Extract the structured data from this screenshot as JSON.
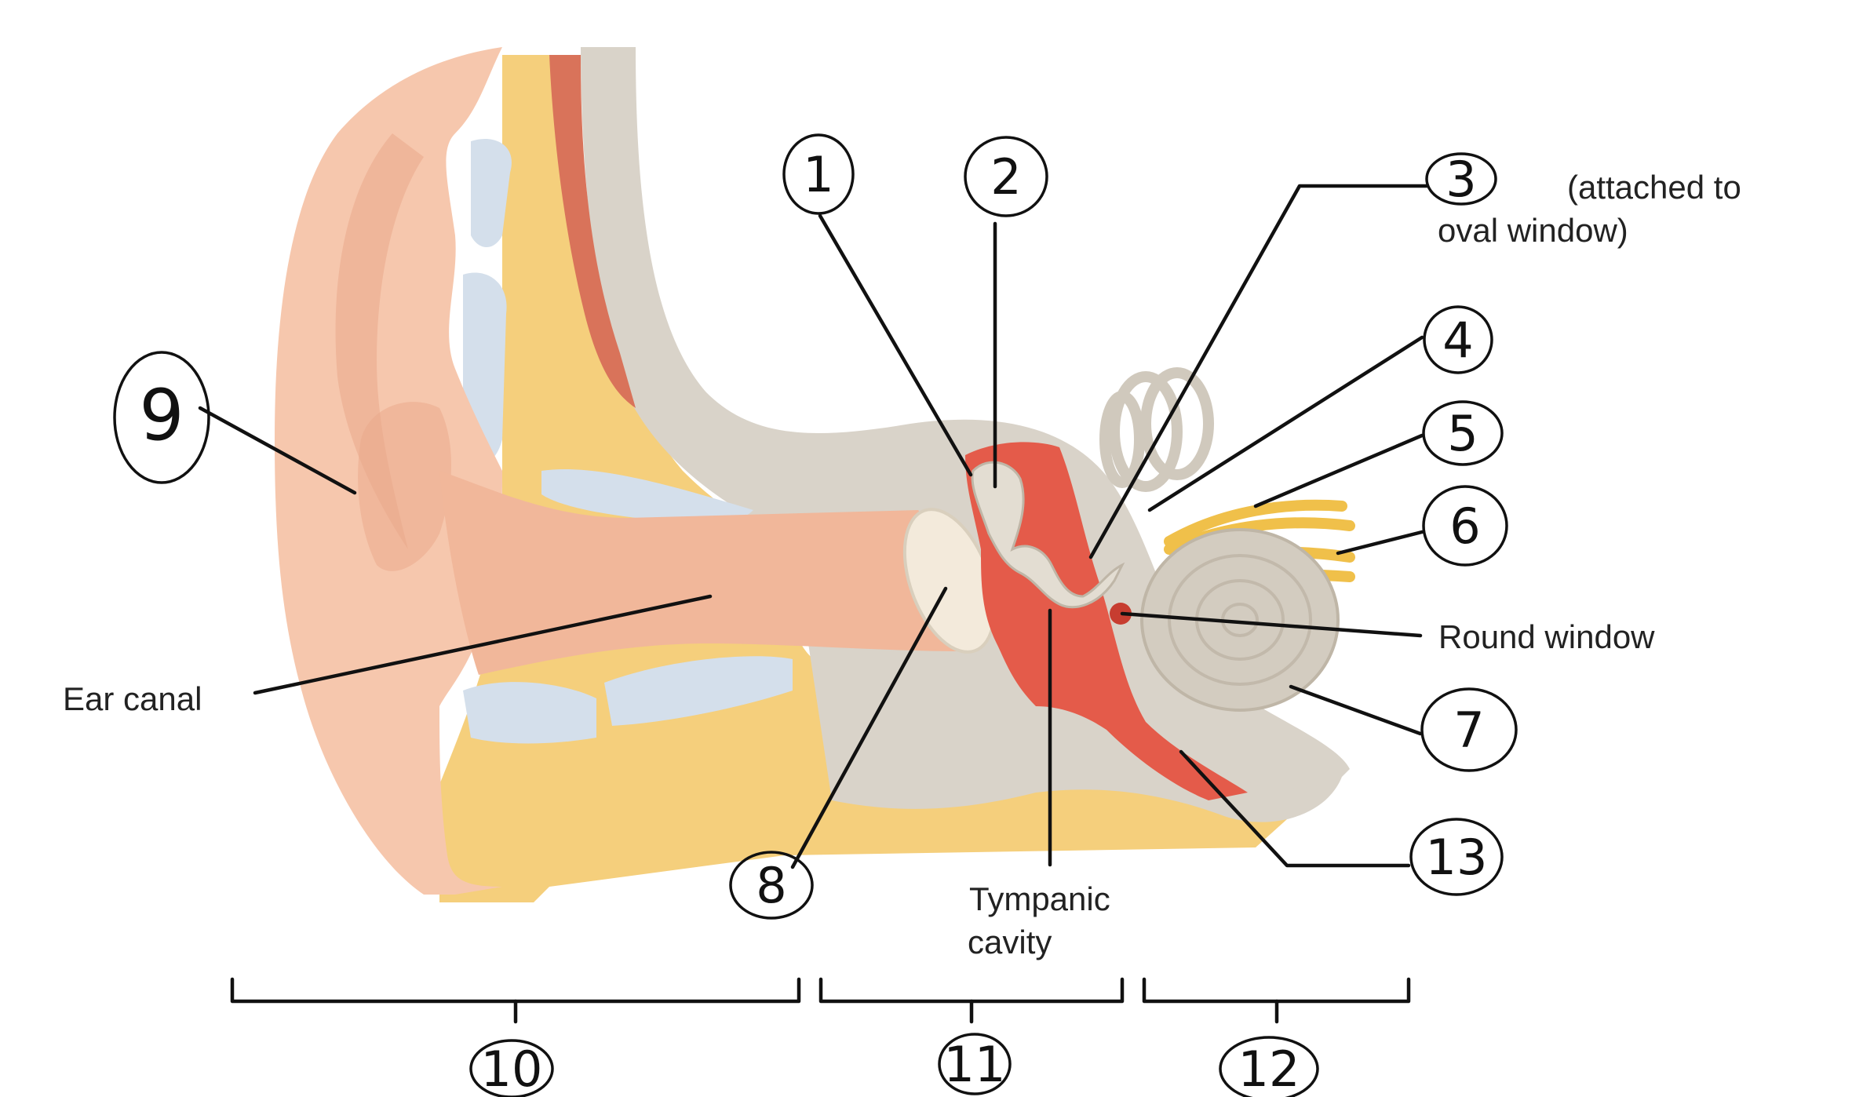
{
  "colors": {
    "skin": "#f6c7ad",
    "skin_dark": "#eaa88a",
    "fat": "#f5cf7c",
    "cartilage": "#d4dfeb",
    "bone": "#d9d3c9",
    "muscle": "#d9735a",
    "middle_ear": "#e45b4a",
    "nerve": "#f0c04a",
    "eardrum": "#f3eadb"
  },
  "labels": {
    "ear_canal": "Ear canal",
    "round_window": "Round window",
    "tympanic_line1": "Tympanic",
    "tympanic_line2": "cavity",
    "attached_line1": "(attached to",
    "attached_line2": "oval window)"
  },
  "markers": {
    "m1": "1",
    "m2": "2",
    "m3": "3",
    "m4": "4",
    "m5": "5",
    "m6": "6",
    "m7": "7",
    "m8": "8",
    "m9": "9",
    "m10": "10",
    "m11": "11",
    "m12": "12",
    "m13": "13"
  }
}
